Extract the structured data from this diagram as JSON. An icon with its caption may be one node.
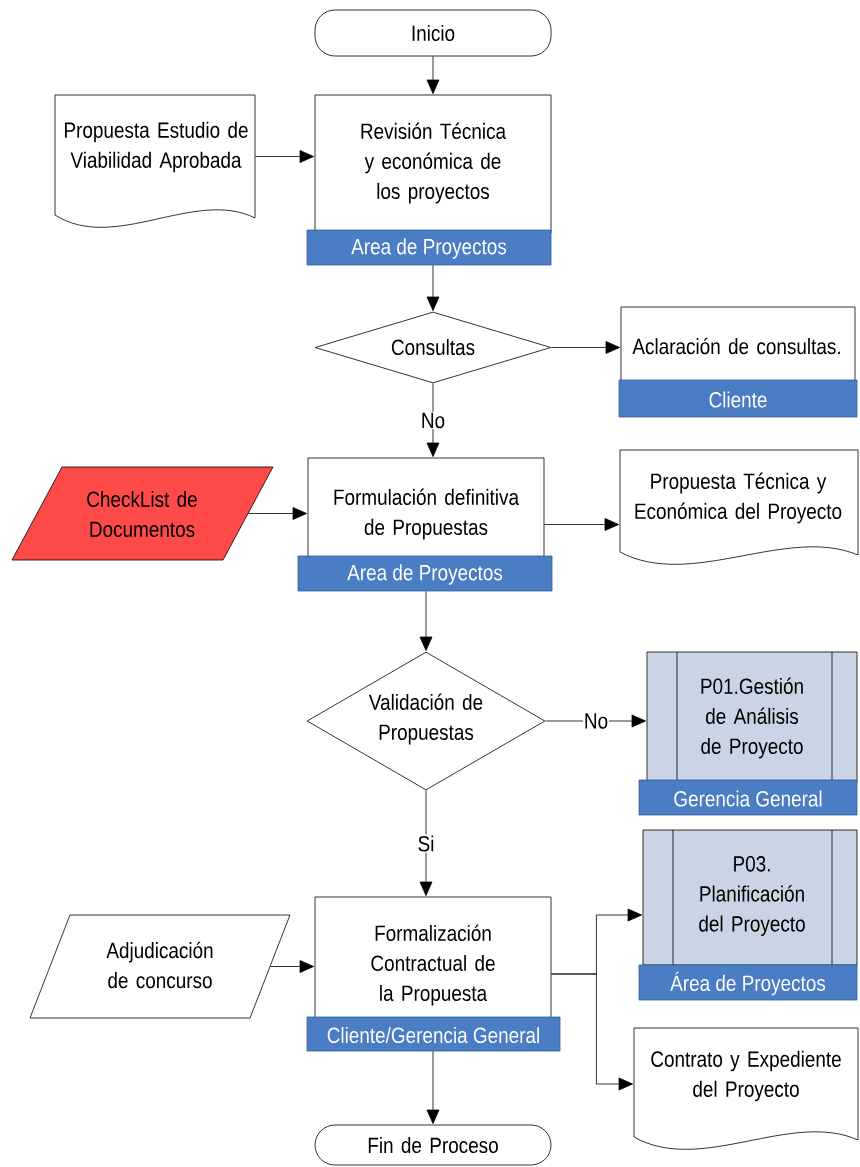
{
  "diagram": {
    "nodes": [
      {
        "text": [
          "Inicio"
        ]
      },
      {
        "text": [
          "Propuesta Estudio de Viabilidad Aprobada"
        ]
      },
      {
        "text": [
          "Revisión Técnica y económica de los proyectos",
          "Area de Proyectos"
        ]
      },
      {
        "text": [
          "Consultas"
        ]
      },
      {
        "text": [
          "Aclaración de consultas.",
          "Cliente"
        ]
      },
      {
        "text": [
          "CheckList de Documentos"
        ]
      },
      {
        "text": [
          "Formulación definitiva de Propuestas",
          "Area de Proyectos"
        ]
      },
      {
        "text": [
          "Propuesta Técnica y Económica del Proyecto"
        ]
      },
      {
        "text": [
          "Validación de Propuestas"
        ]
      },
      {
        "text": [
          "P01.Gestión de Análisis de Proyecto",
          "Gerencia General"
        ]
      },
      {
        "text": [
          "Adjudicación de concurso"
        ]
      },
      {
        "text": [
          "Formalización Contractual de la Propuesta",
          "Cliente/Gerencia General"
        ]
      },
      {
        "text": [
          "P03. Planificación del Proyecto",
          "Área de Proyectos"
        ]
      },
      {
        "text": [
          "Contrato y Expediente del Proyecto"
        ]
      },
      {
        "text": [
          "Fin de Proceso"
        ]
      }
    ],
    "edges": [
      {
        "from": 0,
        "to": 2,
        "arrow": "to"
      },
      {
        "from": 1,
        "to": 2,
        "arrow": "to"
      },
      {
        "from": 2,
        "to": 3,
        "arrow": "to"
      },
      {
        "from": 3,
        "to": 4,
        "arrow": "to"
      },
      {
        "from": 3,
        "to": 6,
        "arrow": "to",
        "label": "No"
      },
      {
        "from": 5,
        "to": 6,
        "arrow": "to"
      },
      {
        "from": 6,
        "to": 7,
        "arrow": "to"
      },
      {
        "from": 6,
        "to": 8,
        "arrow": "to"
      },
      {
        "from": 8,
        "to": 9,
        "arrow": "to",
        "label": "No"
      },
      {
        "from": 8,
        "to": 11,
        "arrow": "to",
        "label": "Si"
      },
      {
        "from": 10,
        "to": 11,
        "arrow": "to"
      },
      {
        "from": 11,
        "to": 12,
        "arrow": "to"
      },
      {
        "from": 11,
        "to": 13,
        "arrow": "to"
      },
      {
        "from": 11,
        "to": 14,
        "arrow": "to"
      }
    ]
  }
}
